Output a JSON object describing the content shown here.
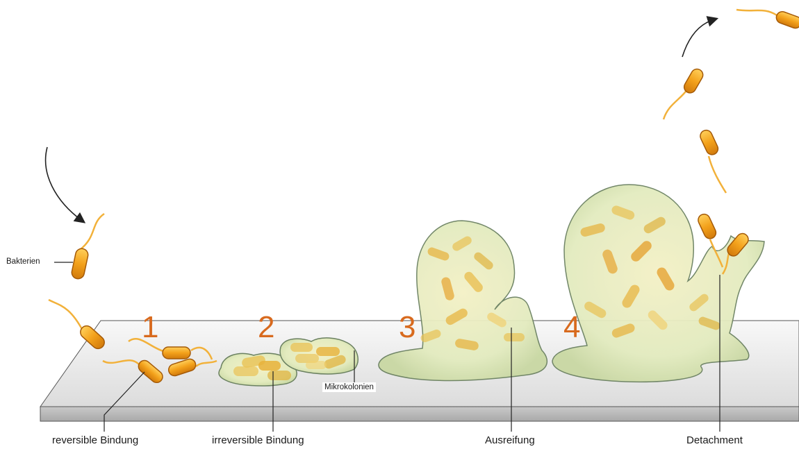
{
  "labels": {
    "bacteria": "Bakterien",
    "microcolonies": "Mikrokolonien",
    "stage1": "reversible Bindung",
    "stage2": "irreversible Bindung",
    "stage3": "Ausreifung",
    "stage4": "Detachment"
  },
  "stage_numbers": [
    "1",
    "2",
    "3",
    "4"
  ],
  "colors": {
    "bacteria_fill": "#f0a21c",
    "bacteria_outline": "#b5640a",
    "flagella": "#f2b13a",
    "biofilm_fill": "#e6edc2",
    "biofilm_outline": "#6a8060",
    "surface_top": "#e8e8e8",
    "surface_front": "#bdbdbd",
    "number_color": "#d86a1e"
  }
}
